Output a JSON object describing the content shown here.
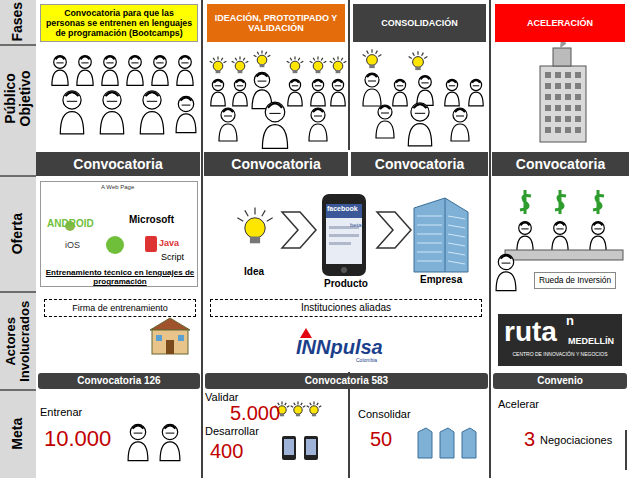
{
  "diagram": {
    "nodes": [
      {
        "text": [
          "Convocatoria para que las personas se entrenen en lenguajes de programación (Bootcamps)"
        ]
      },
      {
        "text": [
          "IDEACIÓN, PROTOTIPADO Y VALIDACIÓN"
        ]
      },
      {
        "text": [
          "CONSOLIDACIÓN"
        ]
      },
      {
        "text": [
          "ACELERACIÓN"
        ]
      },
      {
        "text": [
          "Convocatoria"
        ]
      },
      {
        "text": [
          "Convocatoria"
        ]
      },
      {
        "text": [
          "Convocatoria"
        ]
      },
      {
        "text": [
          "Convocatoria"
        ]
      },
      {
        "text": [
          "A Web Page",
          "ANDROID",
          "Microsoft",
          "iOS",
          "Java",
          "Script",
          "Entrenamiento técnico en lenguajes de programación"
        ]
      },
      {
        "text": [
          "Rueda de Inversión"
        ]
      },
      {
        "text": [
          "Firma de entrenamiento"
        ]
      },
      {
        "text": [
          "Instituciones aliadas"
        ]
      },
      {
        "text": [
          "ruta",
          "n",
          "MEDELLÍN",
          "CENTRO DE INNOVACIÓN Y NEGOCIOS"
        ]
      },
      {
        "text": [
          "Convocatoria 126"
        ]
      },
      {
        "text": [
          "Convocatoria 583"
        ]
      },
      {
        "text": [
          "Convenio"
        ]
      }
    ],
    "labels": [
      "Fases",
      "Público Objetivo",
      "Oferta",
      "Actores Involucrados",
      "Meta",
      "Idea",
      "facebook",
      "beta",
      "Producto",
      "Empresa",
      "INNpulsa",
      "Colombia",
      "Entrenar",
      "10.000",
      "Validar",
      "5.000",
      "Desarrollar",
      "400",
      "Consolidar",
      "50",
      "Acelerar",
      "3",
      "Negociaciones"
    ]
  }
}
